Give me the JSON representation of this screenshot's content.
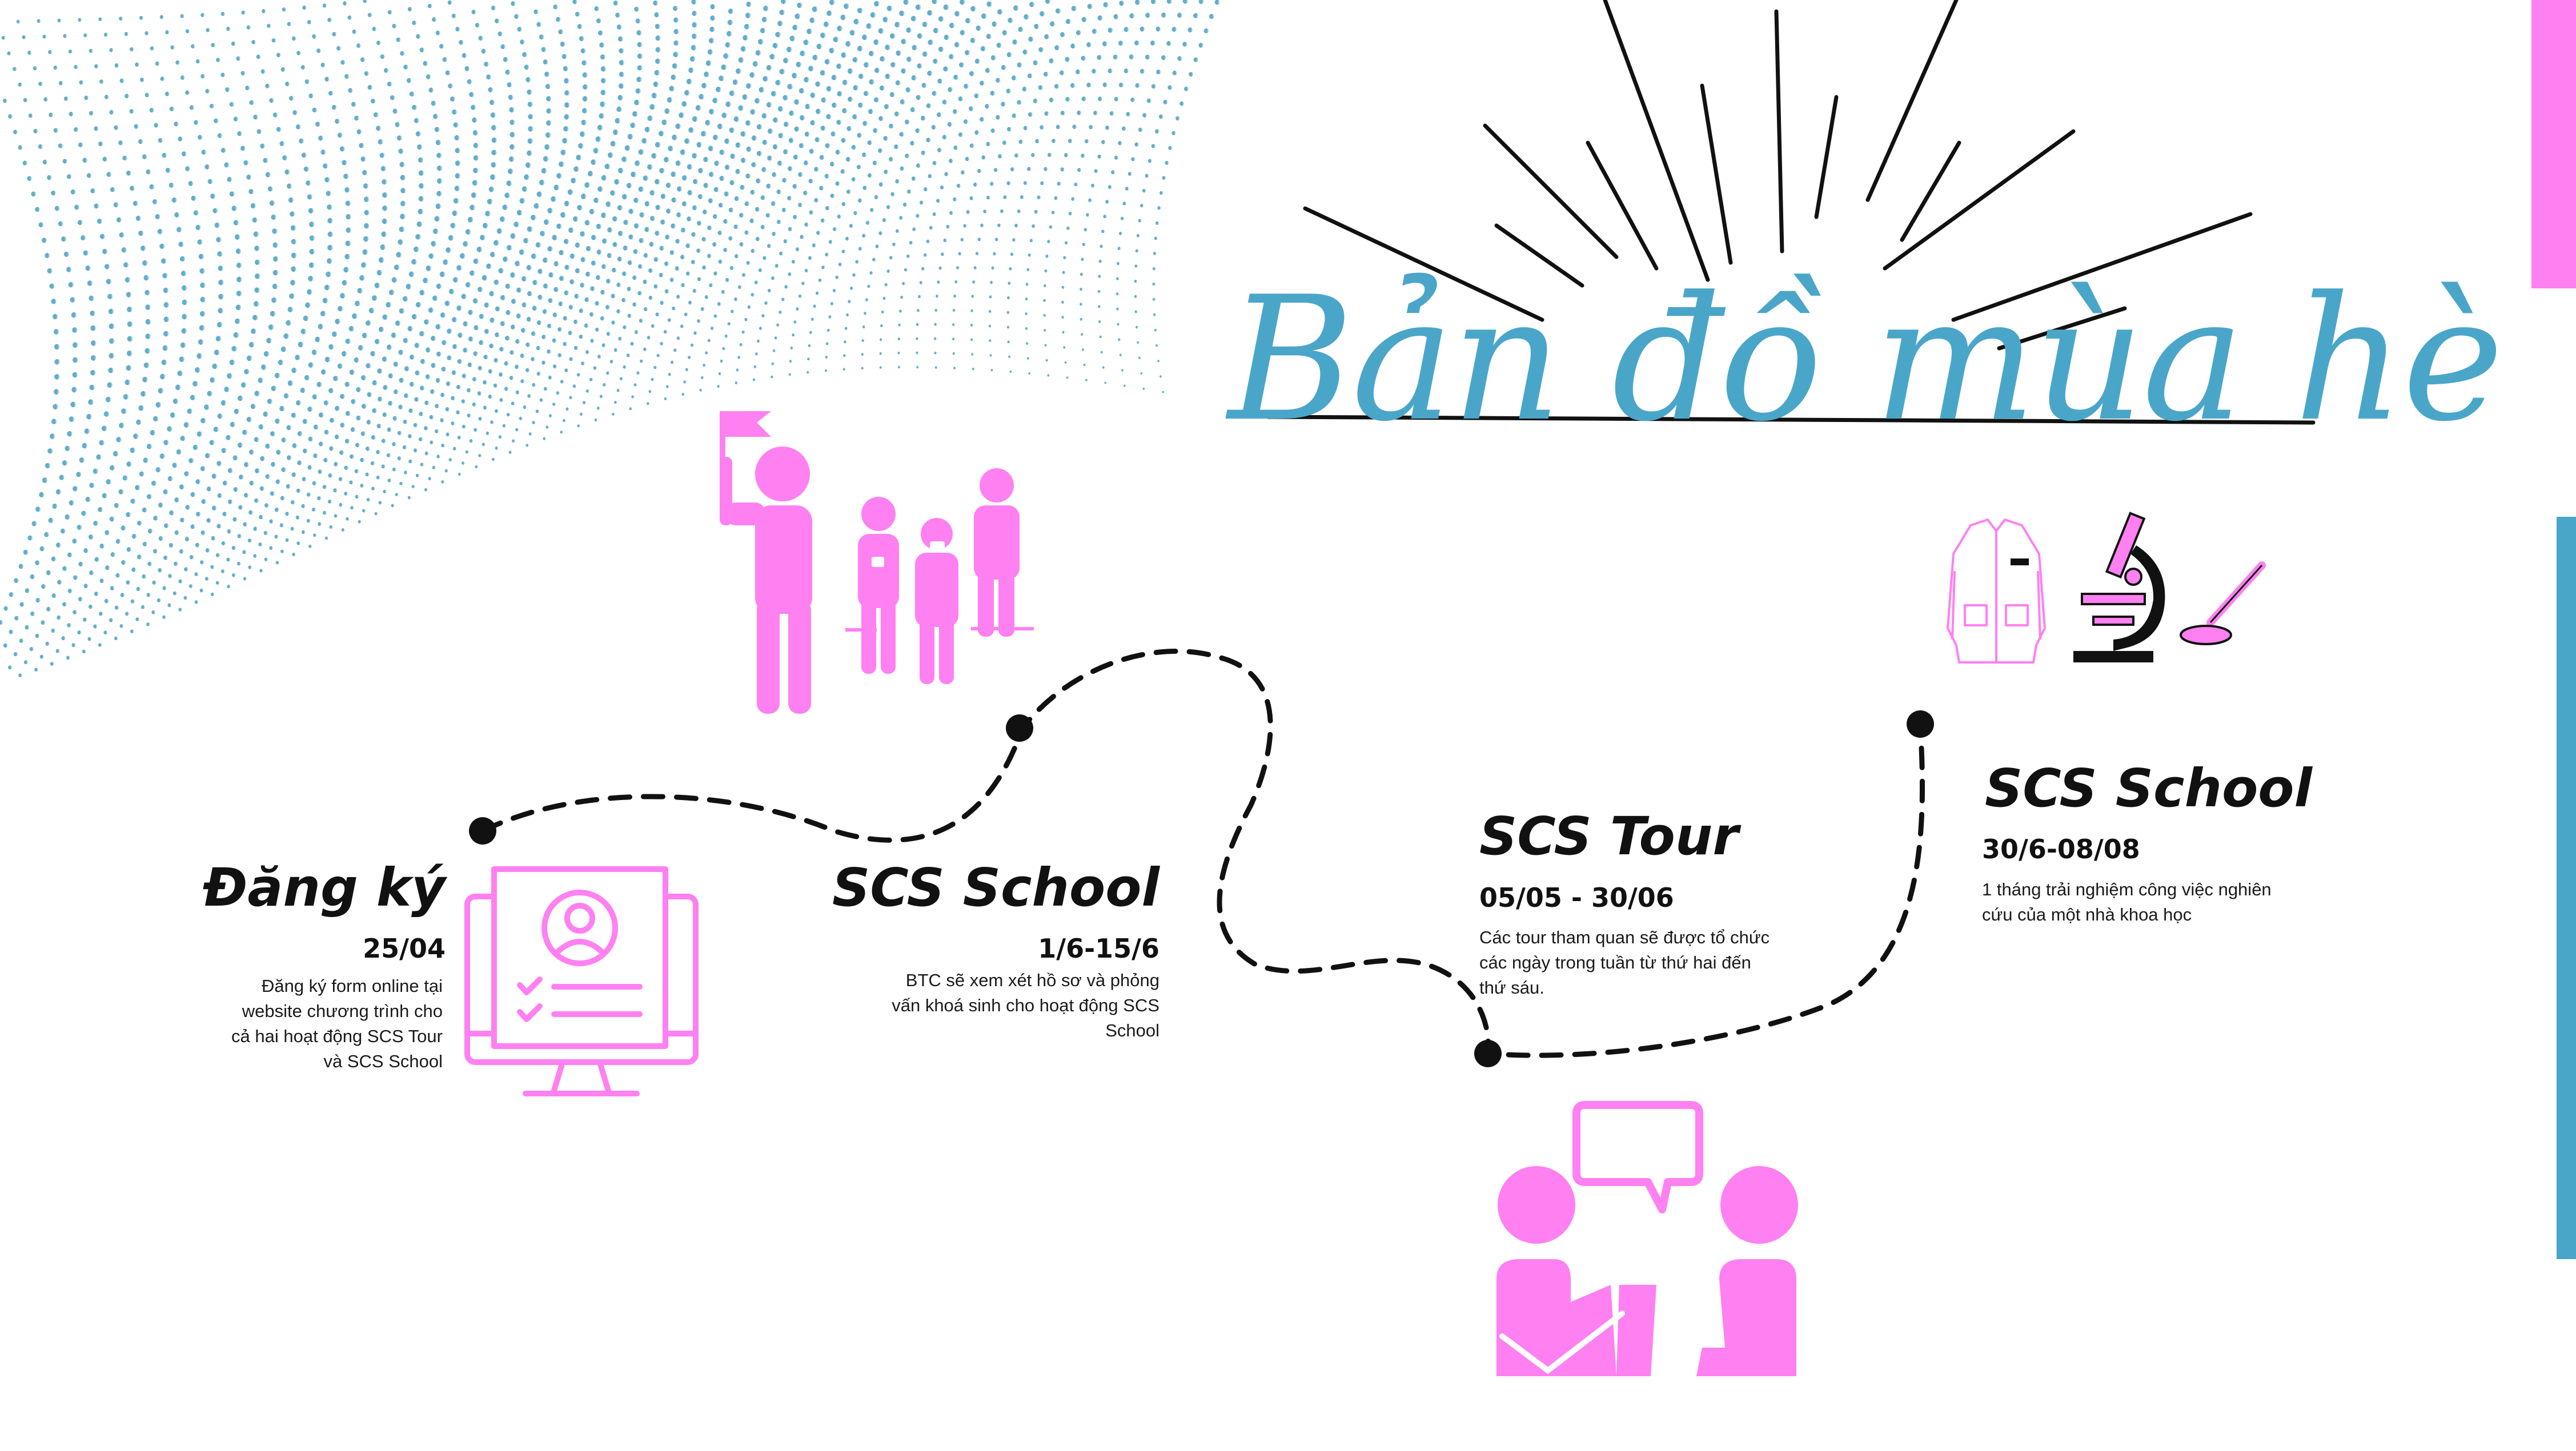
{
  "title": "Bản đồ mùa hè",
  "colors": {
    "accent_blue": "#4aa6c9",
    "accent_pink": "#ff80f0",
    "ink": "#111111"
  },
  "milestones": [
    {
      "heading": "Đăng ký",
      "date": "25/04",
      "description": "Đăng ký form online tại website chương trình cho cả hai hoạt động SCS Tour và SCS School",
      "icon": "online-form-monitor-icon"
    },
    {
      "heading": "SCS School",
      "date": "1/6-15/6",
      "description": "BTC sẽ xem xét hồ sơ và phỏng vấn khoá sinh cho hoạt động SCS School",
      "icon": "tour-group-icon"
    },
    {
      "heading": "SCS Tour",
      "date": "05/05 - 30/06",
      "description": "Các tour tham quan sẽ được tổ chức các ngày trong tuần từ thứ hai đến thứ sáu.",
      "icon": "interview-chat-icon"
    },
    {
      "heading": "SCS School",
      "date": "30/6-08/08",
      "description": "1 tháng trải nghiệm công việc nghiên cứu của một nhà khoa học",
      "icon": "lab-coat-microscope-icon"
    }
  ]
}
